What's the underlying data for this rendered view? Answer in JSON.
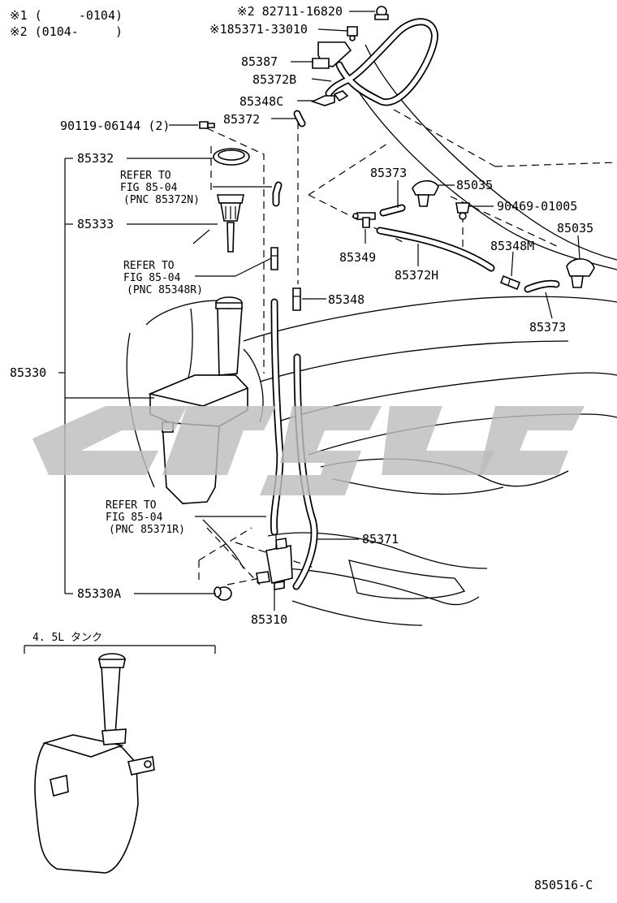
{
  "notes": {
    "note1": "※1 (     -0104)",
    "note2": "※2 (0104-     )"
  },
  "parts": {
    "p82711": "※2 82711-16820",
    "p85371_33010": "※185371-33010",
    "p85387": "85387",
    "p85372B": "85372B",
    "p85348C": "85348C",
    "p85372": "85372",
    "p90119": "90119-06144 (2)",
    "p85332": "85332",
    "p85333": "85333",
    "p85330": "85330",
    "p85330A": "85330A",
    "p85373a": "85373",
    "p85035a": "85035",
    "p90469": "90469-01005",
    "p85035b": "85035",
    "p85349": "85349",
    "p85372H": "85372H",
    "p85348M": "85348M",
    "p85348": "85348",
    "p85373b": "85373",
    "p85371": "85371",
    "p85310": "85310"
  },
  "refs": {
    "ref1": {
      "line1": "REFER TO",
      "line2": "FIG 85-04",
      "line3": "(PNC 85372N)"
    },
    "ref2": {
      "line1": "REFER TO",
      "line2": "FIG 85-04",
      "line3": "(PNC 85348R)"
    },
    "ref3": {
      "line1": "REFER TO",
      "line2": "FIG 85-04",
      "line3": "(PNC 85371R)"
    }
  },
  "inset": {
    "title": "4. 5L タンク"
  },
  "figure_code": "850516-C"
}
